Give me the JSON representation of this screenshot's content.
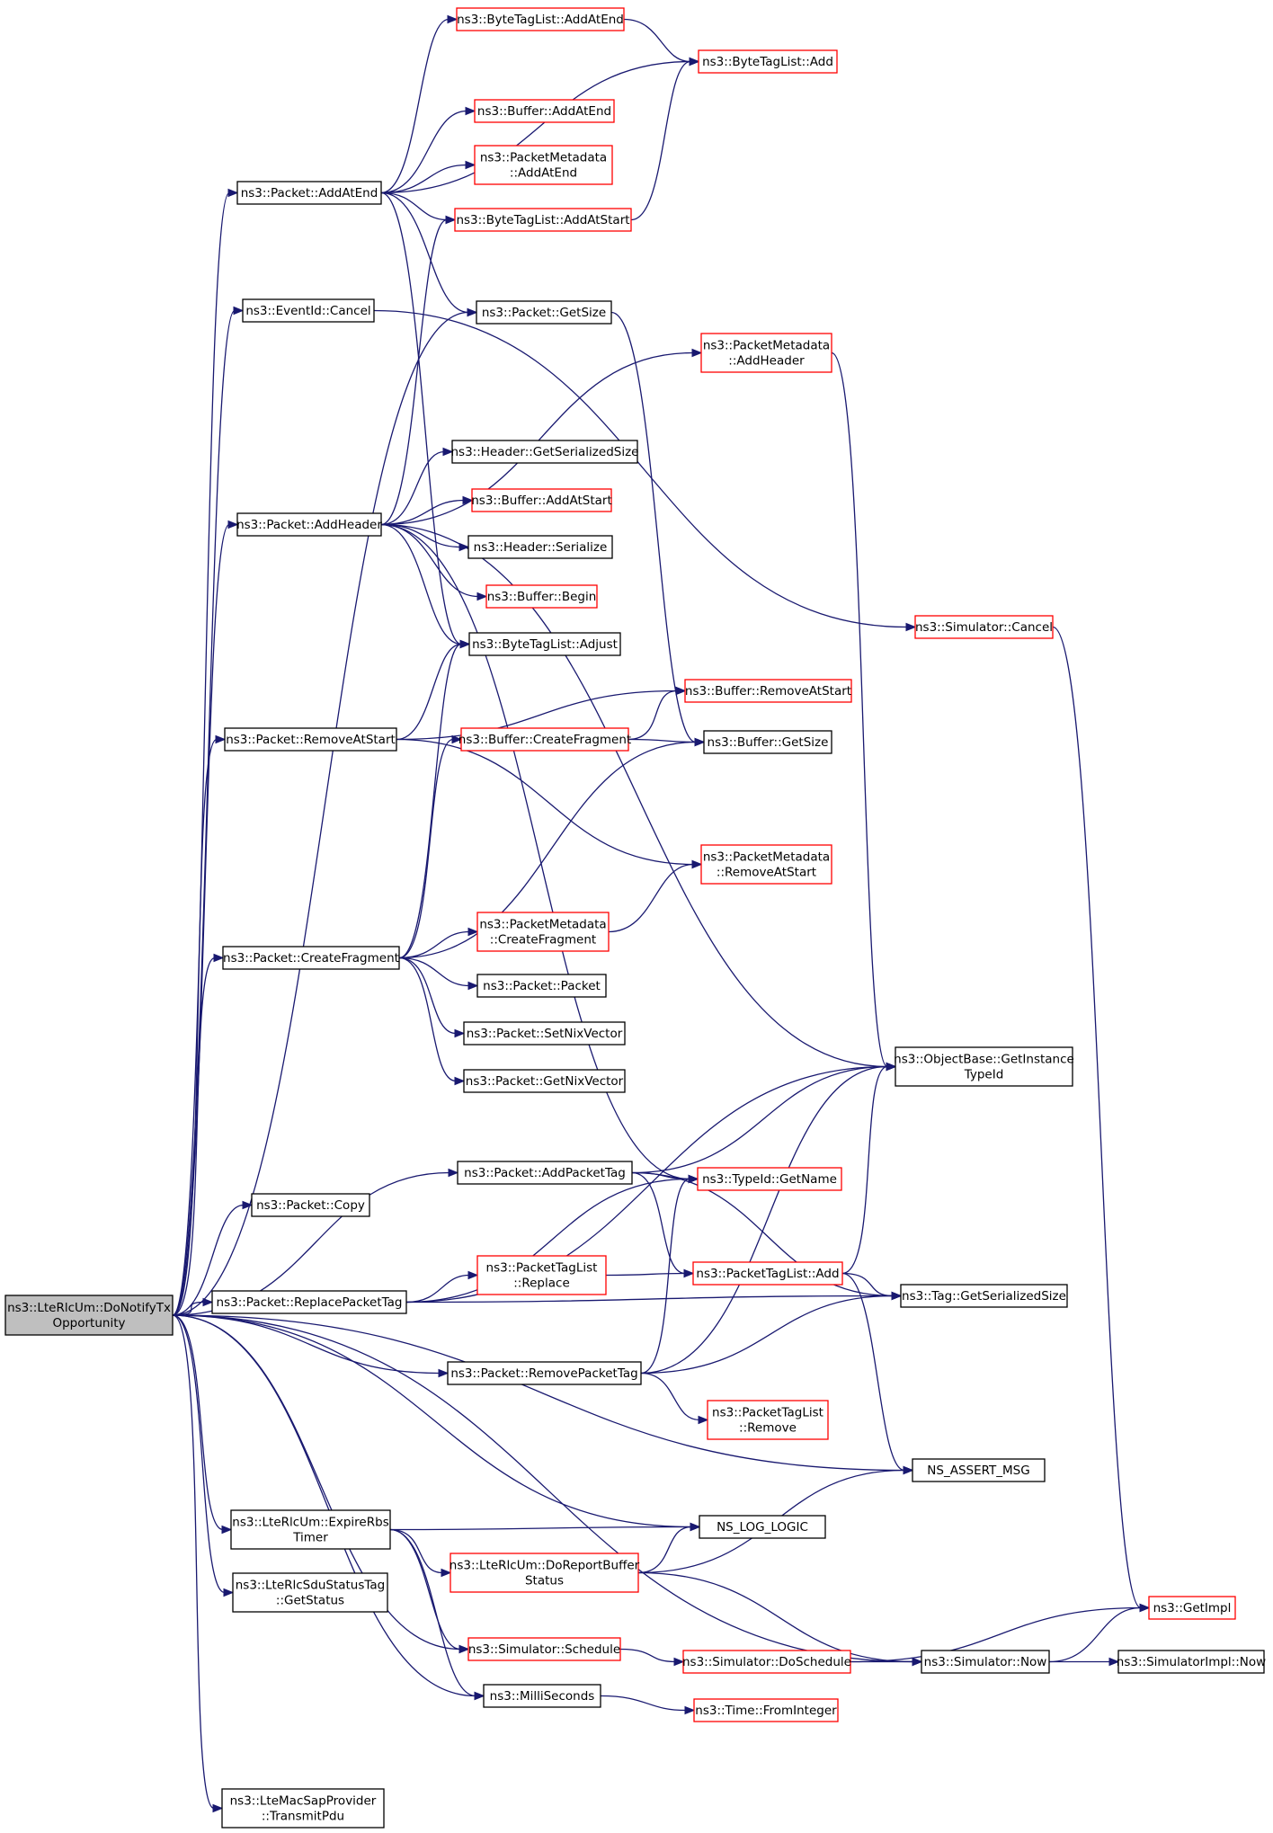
{
  "colors": {
    "edge": "#191970",
    "border_normal": "#000000",
    "border_truncated": "#ff0000",
    "root_fill": "#bfbfbf",
    "node_fill": "#ffffff"
  },
  "nodes": [
    {
      "id": "root",
      "lines": [
        "ns3::LteRlcUm::DoNotifyTx",
        "Opportunity"
      ],
      "style": "root"
    },
    {
      "id": "addAtEnd",
      "lines": [
        "ns3::Packet::AddAtEnd"
      ],
      "style": "normal"
    },
    {
      "id": "btlAddAtEnd",
      "lines": [
        "ns3::ByteTagList::AddAtEnd"
      ],
      "style": "truncated"
    },
    {
      "id": "btlAdd",
      "lines": [
        "ns3::ByteTagList::Add"
      ],
      "style": "truncated"
    },
    {
      "id": "bufAddAtEnd",
      "lines": [
        "ns3::Buffer::AddAtEnd"
      ],
      "style": "truncated"
    },
    {
      "id": "pmAddAtEnd",
      "lines": [
        "ns3::PacketMetadata",
        "::AddAtEnd"
      ],
      "style": "truncated"
    },
    {
      "id": "btlAddAtStart",
      "lines": [
        "ns3::ByteTagList::AddAtStart"
      ],
      "style": "truncated"
    },
    {
      "id": "eventCancel",
      "lines": [
        "ns3::EventId::Cancel"
      ],
      "style": "normal"
    },
    {
      "id": "getSize",
      "lines": [
        "ns3::Packet::GetSize"
      ],
      "style": "normal"
    },
    {
      "id": "pmAddHeader",
      "lines": [
        "ns3::PacketMetadata",
        "::AddHeader"
      ],
      "style": "truncated"
    },
    {
      "id": "hdrGetSerSize",
      "lines": [
        "ns3::Header::GetSerializedSize"
      ],
      "style": "normal"
    },
    {
      "id": "addHeader",
      "lines": [
        "ns3::Packet::AddHeader"
      ],
      "style": "normal"
    },
    {
      "id": "bufAddAtStart",
      "lines": [
        "ns3::Buffer::AddAtStart"
      ],
      "style": "truncated"
    },
    {
      "id": "hdrSerialize",
      "lines": [
        "ns3::Header::Serialize"
      ],
      "style": "normal"
    },
    {
      "id": "bufBegin",
      "lines": [
        "ns3::Buffer::Begin"
      ],
      "style": "truncated"
    },
    {
      "id": "btlAdjust",
      "lines": [
        "ns3::ByteTagList::Adjust"
      ],
      "style": "normal"
    },
    {
      "id": "simCancel",
      "lines": [
        "ns3::Simulator::Cancel"
      ],
      "style": "truncated"
    },
    {
      "id": "bufRemoveAtStart",
      "lines": [
        "ns3::Buffer::RemoveAtStart"
      ],
      "style": "truncated"
    },
    {
      "id": "removeAtStart",
      "lines": [
        "ns3::Packet::RemoveAtStart"
      ],
      "style": "normal"
    },
    {
      "id": "bufCreateFragment",
      "lines": [
        "ns3::Buffer::CreateFragment"
      ],
      "style": "truncated"
    },
    {
      "id": "bufGetSize",
      "lines": [
        "ns3::Buffer::GetSize"
      ],
      "style": "normal"
    },
    {
      "id": "pmRemoveAtStart",
      "lines": [
        "ns3::PacketMetadata",
        "::RemoveAtStart"
      ],
      "style": "truncated"
    },
    {
      "id": "pmCreateFragment",
      "lines": [
        "ns3::PacketMetadata",
        "::CreateFragment"
      ],
      "style": "truncated"
    },
    {
      "id": "createFragment",
      "lines": [
        "ns3::Packet::CreateFragment"
      ],
      "style": "normal"
    },
    {
      "id": "packetCtor",
      "lines": [
        "ns3::Packet::Packet"
      ],
      "style": "normal"
    },
    {
      "id": "setNix",
      "lines": [
        "ns3::Packet::SetNixVector"
      ],
      "style": "normal"
    },
    {
      "id": "getNix",
      "lines": [
        "ns3::Packet::GetNixVector"
      ],
      "style": "normal"
    },
    {
      "id": "objGetInst",
      "lines": [
        "ns3::ObjectBase::GetInstance",
        "TypeId"
      ],
      "style": "normal"
    },
    {
      "id": "addPacketTag",
      "lines": [
        "ns3::Packet::AddPacketTag"
      ],
      "style": "normal"
    },
    {
      "id": "typeGetName",
      "lines": [
        "ns3::TypeId::GetName"
      ],
      "style": "truncated"
    },
    {
      "id": "copy",
      "lines": [
        "ns3::Packet::Copy"
      ],
      "style": "normal"
    },
    {
      "id": "ptlReplace",
      "lines": [
        "ns3::PacketTagList",
        "::Replace"
      ],
      "style": "truncated"
    },
    {
      "id": "ptlAdd",
      "lines": [
        "ns3::PacketTagList::Add"
      ],
      "style": "truncated"
    },
    {
      "id": "replacePacketTag",
      "lines": [
        "ns3::Packet::ReplacePacketTag"
      ],
      "style": "normal"
    },
    {
      "id": "tagGetSerSize",
      "lines": [
        "ns3::Tag::GetSerializedSize"
      ],
      "style": "normal"
    },
    {
      "id": "removePacketTag",
      "lines": [
        "ns3::Packet::RemovePacketTag"
      ],
      "style": "normal"
    },
    {
      "id": "ptlRemove",
      "lines": [
        "ns3::PacketTagList",
        "::Remove"
      ],
      "style": "truncated"
    },
    {
      "id": "nsAssert",
      "lines": [
        "NS_ASSERT_MSG"
      ],
      "style": "normal"
    },
    {
      "id": "expireRbs",
      "lines": [
        "ns3::LteRlcUm::ExpireRbs",
        "Timer"
      ],
      "style": "normal"
    },
    {
      "id": "nsLogLogic",
      "lines": [
        "NS_LOG_LOGIC"
      ],
      "style": "normal"
    },
    {
      "id": "doReportBuf",
      "lines": [
        "ns3::LteRlcUm::DoReportBuffer",
        "Status"
      ],
      "style": "truncated"
    },
    {
      "id": "sduGetStatus",
      "lines": [
        "ns3::LteRlcSduStatusTag",
        "::GetStatus"
      ],
      "style": "normal"
    },
    {
      "id": "getImpl",
      "lines": [
        "ns3::GetImpl"
      ],
      "style": "truncated"
    },
    {
      "id": "simSchedule",
      "lines": [
        "ns3::Simulator::Schedule"
      ],
      "style": "truncated"
    },
    {
      "id": "simDoSchedule",
      "lines": [
        "ns3::Simulator::DoSchedule"
      ],
      "style": "truncated"
    },
    {
      "id": "simNow",
      "lines": [
        "ns3::Simulator::Now"
      ],
      "style": "normal"
    },
    {
      "id": "simImplNow",
      "lines": [
        "ns3::SimulatorImpl::Now"
      ],
      "style": "normal"
    },
    {
      "id": "milliSeconds",
      "lines": [
        "ns3::MilliSeconds"
      ],
      "style": "normal"
    },
    {
      "id": "timeFromInt",
      "lines": [
        "ns3::Time::FromInteger"
      ],
      "style": "truncated"
    },
    {
      "id": "transmitPdu",
      "lines": [
        "ns3::LteMacSapProvider",
        "::TransmitPdu"
      ],
      "style": "normal"
    }
  ],
  "edges": [
    [
      "root",
      "addAtEnd"
    ],
    [
      "root",
      "eventCancel"
    ],
    [
      "root",
      "getSize"
    ],
    [
      "root",
      "addHeader"
    ],
    [
      "root",
      "removeAtStart"
    ],
    [
      "root",
      "createFragment"
    ],
    [
      "root",
      "addPacketTag"
    ],
    [
      "root",
      "copy"
    ],
    [
      "root",
      "replacePacketTag"
    ],
    [
      "root",
      "removePacketTag"
    ],
    [
      "root",
      "nsAssert"
    ],
    [
      "root",
      "expireRbs"
    ],
    [
      "root",
      "nsLogLogic"
    ],
    [
      "root",
      "sduGetStatus"
    ],
    [
      "root",
      "simSchedule"
    ],
    [
      "root",
      "milliSeconds"
    ],
    [
      "root",
      "simNow"
    ],
    [
      "root",
      "transmitPdu"
    ],
    [
      "addAtEnd",
      "btlAddAtEnd"
    ],
    [
      "addAtEnd",
      "btlAdd"
    ],
    [
      "addAtEnd",
      "bufAddAtEnd"
    ],
    [
      "addAtEnd",
      "pmAddAtEnd"
    ],
    [
      "addAtEnd",
      "btlAddAtStart"
    ],
    [
      "addAtEnd",
      "getSize"
    ],
    [
      "addAtEnd",
      "btlAdjust"
    ],
    [
      "btlAddAtEnd",
      "btlAdd"
    ],
    [
      "btlAddAtStart",
      "btlAdd"
    ],
    [
      "eventCancel",
      "simCancel"
    ],
    [
      "simCancel",
      "getImpl"
    ],
    [
      "getSize",
      "bufGetSize"
    ],
    [
      "addHeader",
      "btlAddAtStart"
    ],
    [
      "addHeader",
      "pmAddHeader"
    ],
    [
      "addHeader",
      "objGetInst"
    ],
    [
      "addHeader",
      "hdrGetSerSize"
    ],
    [
      "addHeader",
      "bufAddAtStart"
    ],
    [
      "addHeader",
      "hdrSerialize"
    ],
    [
      "addHeader",
      "bufBegin"
    ],
    [
      "addHeader",
      "btlAdjust"
    ],
    [
      "addHeader",
      "typeGetName"
    ],
    [
      "pmAddHeader",
      "objGetInst"
    ],
    [
      "removeAtStart",
      "btlAdjust"
    ],
    [
      "removeAtStart",
      "bufRemoveAtStart"
    ],
    [
      "removeAtStart",
      "pmRemoveAtStart"
    ],
    [
      "bufCreateFragment",
      "bufRemoveAtStart"
    ],
    [
      "bufCreateFragment",
      "bufGetSize"
    ],
    [
      "createFragment",
      "btlAdjust"
    ],
    [
      "createFragment",
      "bufCreateFragment"
    ],
    [
      "createFragment",
      "bufGetSize"
    ],
    [
      "createFragment",
      "pmCreateFragment"
    ],
    [
      "createFragment",
      "packetCtor"
    ],
    [
      "createFragment",
      "setNix"
    ],
    [
      "createFragment",
      "getNix"
    ],
    [
      "pmCreateFragment",
      "pmRemoveAtStart"
    ],
    [
      "addPacketTag",
      "objGetInst"
    ],
    [
      "addPacketTag",
      "typeGetName"
    ],
    [
      "addPacketTag",
      "tagGetSerSize"
    ],
    [
      "addPacketTag",
      "ptlAdd"
    ],
    [
      "replacePacketTag",
      "objGetInst"
    ],
    [
      "replacePacketTag",
      "typeGetName"
    ],
    [
      "replacePacketTag",
      "ptlReplace"
    ],
    [
      "replacePacketTag",
      "tagGetSerSize"
    ],
    [
      "ptlReplace",
      "ptlAdd"
    ],
    [
      "ptlAdd",
      "objGetInst"
    ],
    [
      "ptlAdd",
      "tagGetSerSize"
    ],
    [
      "ptlAdd",
      "nsAssert"
    ],
    [
      "removePacketTag",
      "objGetInst"
    ],
    [
      "removePacketTag",
      "typeGetName"
    ],
    [
      "removePacketTag",
      "tagGetSerSize"
    ],
    [
      "removePacketTag",
      "ptlRemove"
    ],
    [
      "expireRbs",
      "nsLogLogic"
    ],
    [
      "expireRbs",
      "doReportBuf"
    ],
    [
      "expireRbs",
      "simSchedule"
    ],
    [
      "expireRbs",
      "milliSeconds"
    ],
    [
      "doReportBuf",
      "nsLogLogic"
    ],
    [
      "doReportBuf",
      "nsAssert"
    ],
    [
      "doReportBuf",
      "simNow"
    ],
    [
      "simSchedule",
      "simDoSchedule"
    ],
    [
      "simDoSchedule",
      "getImpl"
    ],
    [
      "simDoSchedule",
      "simNow"
    ],
    [
      "simNow",
      "getImpl"
    ],
    [
      "simNow",
      "simImplNow"
    ],
    [
      "milliSeconds",
      "timeFromInt"
    ]
  ]
}
